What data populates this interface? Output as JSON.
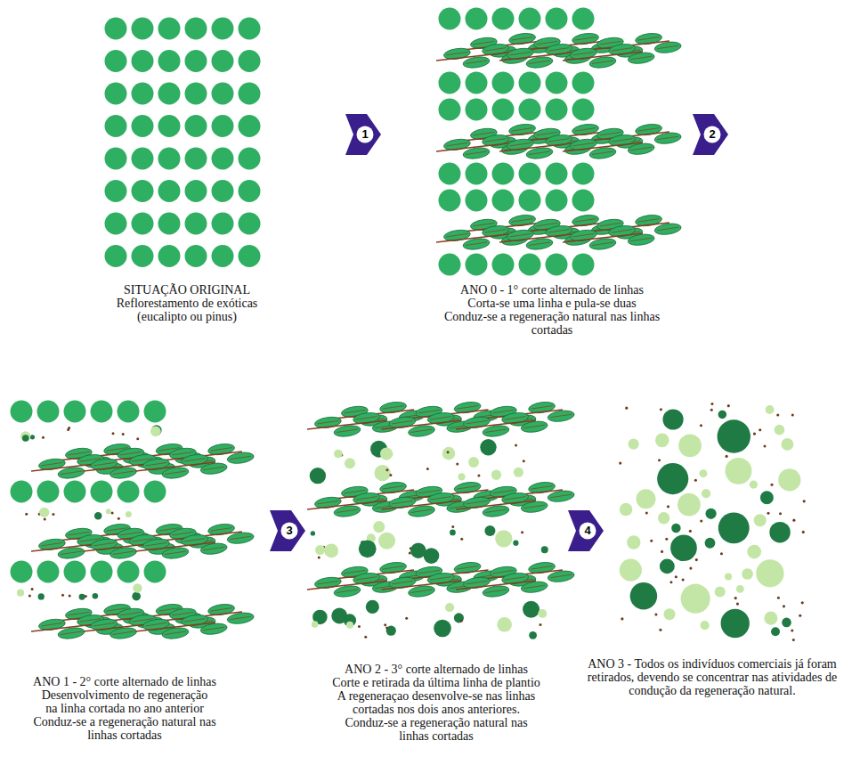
{
  "diagram": {
    "nodes": [
      {
        "text": [
          "1"
        ]
      },
      {
        "text": [
          "2"
        ]
      },
      {
        "text": [
          "3"
        ]
      },
      {
        "text": [
          "4"
        ]
      }
    ],
    "labels": [
      "SITUAÇÃO ORIGINAL",
      "Reflorestamento de exóticas (eucalipto ou pinus)",
      "ANO 0 - 1° corte alternado de linhas",
      "Corta-se uma linha e pula-se duas",
      "Conduz-se a regeneração natural nas linhas cortadas",
      "ANO 1 - 2° corte alternado de linhas",
      "Desenvolvimento de regeneração na linha cortada no ano anterior",
      "Conduz-se a regeneração natural nas linhas cortadas",
      "ANO 2 - 3° corte alternado de linhas",
      "Corte e retirada da última linha de plantio",
      "A regeneraçao desenvolve-se nas linhas cortadas nos dois anos anteriores.",
      "Conduz-se a regeneração natural nas linhas cortadas",
      "ANO 3 - Todos os indivíduos comerciais já foram retirados, devendo se concentrar nas atividades de condução da regeneração natural."
    ]
  }
}
